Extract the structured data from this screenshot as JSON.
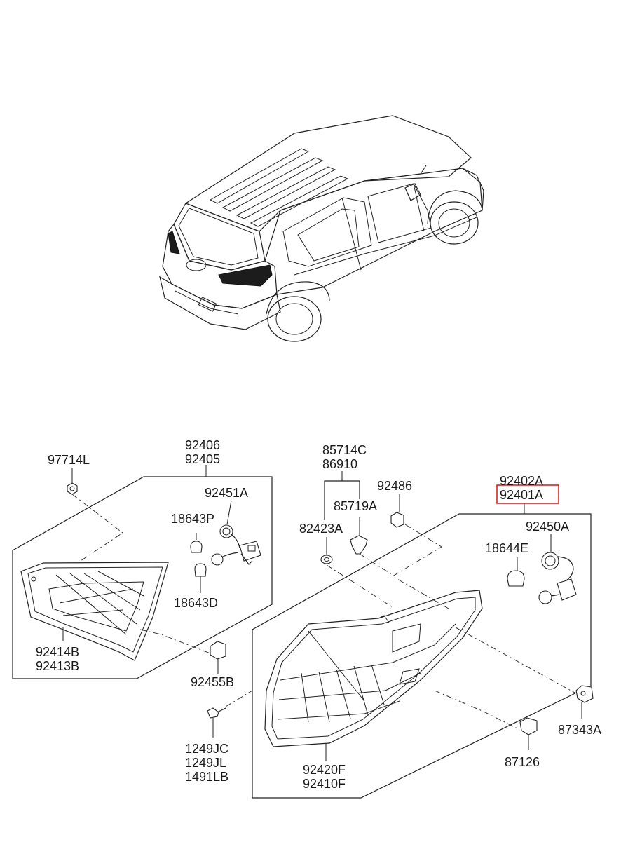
{
  "labels": {
    "p97714L": "97714L",
    "p92406": "92406",
    "p92405": "92405",
    "p92451A": "92451A",
    "p18643P": "18643P",
    "p18643D": "18643D",
    "p92414B": "92414B",
    "p92413B": "92413B",
    "p92455B": "92455B",
    "p1249JC": "1249JC",
    "p1249JL": "1249JL",
    "p1491LB": "1491LB",
    "p85714C": "85714C",
    "p86910": "86910",
    "p85719A": "85719A",
    "p82423A": "82423A",
    "p92486": "92486",
    "p92402A": "92402A",
    "p92401A": "92401A",
    "p92450A": "92450A",
    "p18644E": "18644E",
    "p92420F": "92420F",
    "p92410F": "92410F",
    "p87343A": "87343A",
    "p87126": "87126"
  },
  "highlight": {
    "part": "92401A",
    "color": "#e02020"
  }
}
